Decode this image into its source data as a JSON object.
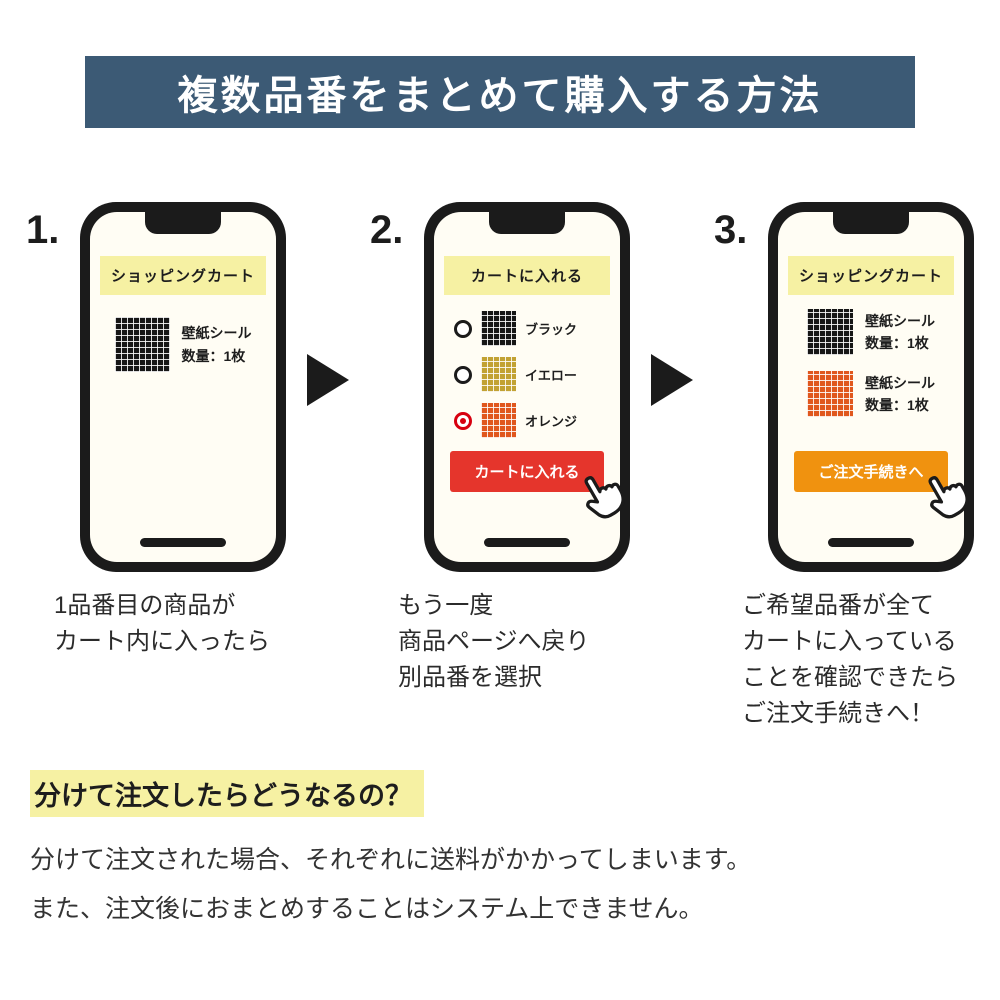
{
  "banner": {
    "title": "複数品番をまとめて購入する方法",
    "bg_color": "#3c5a75"
  },
  "colors": {
    "highlight_yellow": "#f6f1a3",
    "red_button": "#e5352c",
    "orange_button": "#f0920f",
    "radio_selected": "#d7000f",
    "swatch_black": "#161616",
    "swatch_yellow": "#c2a233",
    "swatch_orange": "#e0571d"
  },
  "steps": [
    {
      "number": "1.",
      "caption": "1品番目の商品が\nカート内に入ったら",
      "phone": {
        "header": "ショッピングカート",
        "items": [
          {
            "swatch": "black",
            "name": "壁紙シール",
            "qty": "数量：1枚"
          }
        ]
      }
    },
    {
      "number": "2.",
      "caption": "もう一度\n商品ページへ戻り\n別品番を選択",
      "phone": {
        "header": "カートに入れる",
        "options": [
          {
            "swatch": "black",
            "label": "ブラック",
            "selected": false
          },
          {
            "swatch": "yellow",
            "label": "イエロー",
            "selected": false
          },
          {
            "swatch": "orange",
            "label": "オレンジ",
            "selected": true
          }
        ],
        "button": "カートに入れる"
      }
    },
    {
      "number": "3.",
      "caption": "ご希望品番が全て\nカートに入っている\nことを確認できたら\nご注文手続きへ！",
      "phone": {
        "header": "ショッピングカート",
        "items": [
          {
            "swatch": "black",
            "name": "壁紙シール",
            "qty": "数量：1枚"
          },
          {
            "swatch": "orange",
            "name": "壁紙シール",
            "qty": "数量：1枚"
          }
        ],
        "button": "ご注文手続きへ"
      }
    }
  ],
  "note": {
    "heading": "分けて注文したらどうなるの？",
    "body": [
      "分けて注文された場合、それぞれに送料がかかってしまいます。",
      "また、注文後におまとめすることはシステム上できません。"
    ]
  }
}
